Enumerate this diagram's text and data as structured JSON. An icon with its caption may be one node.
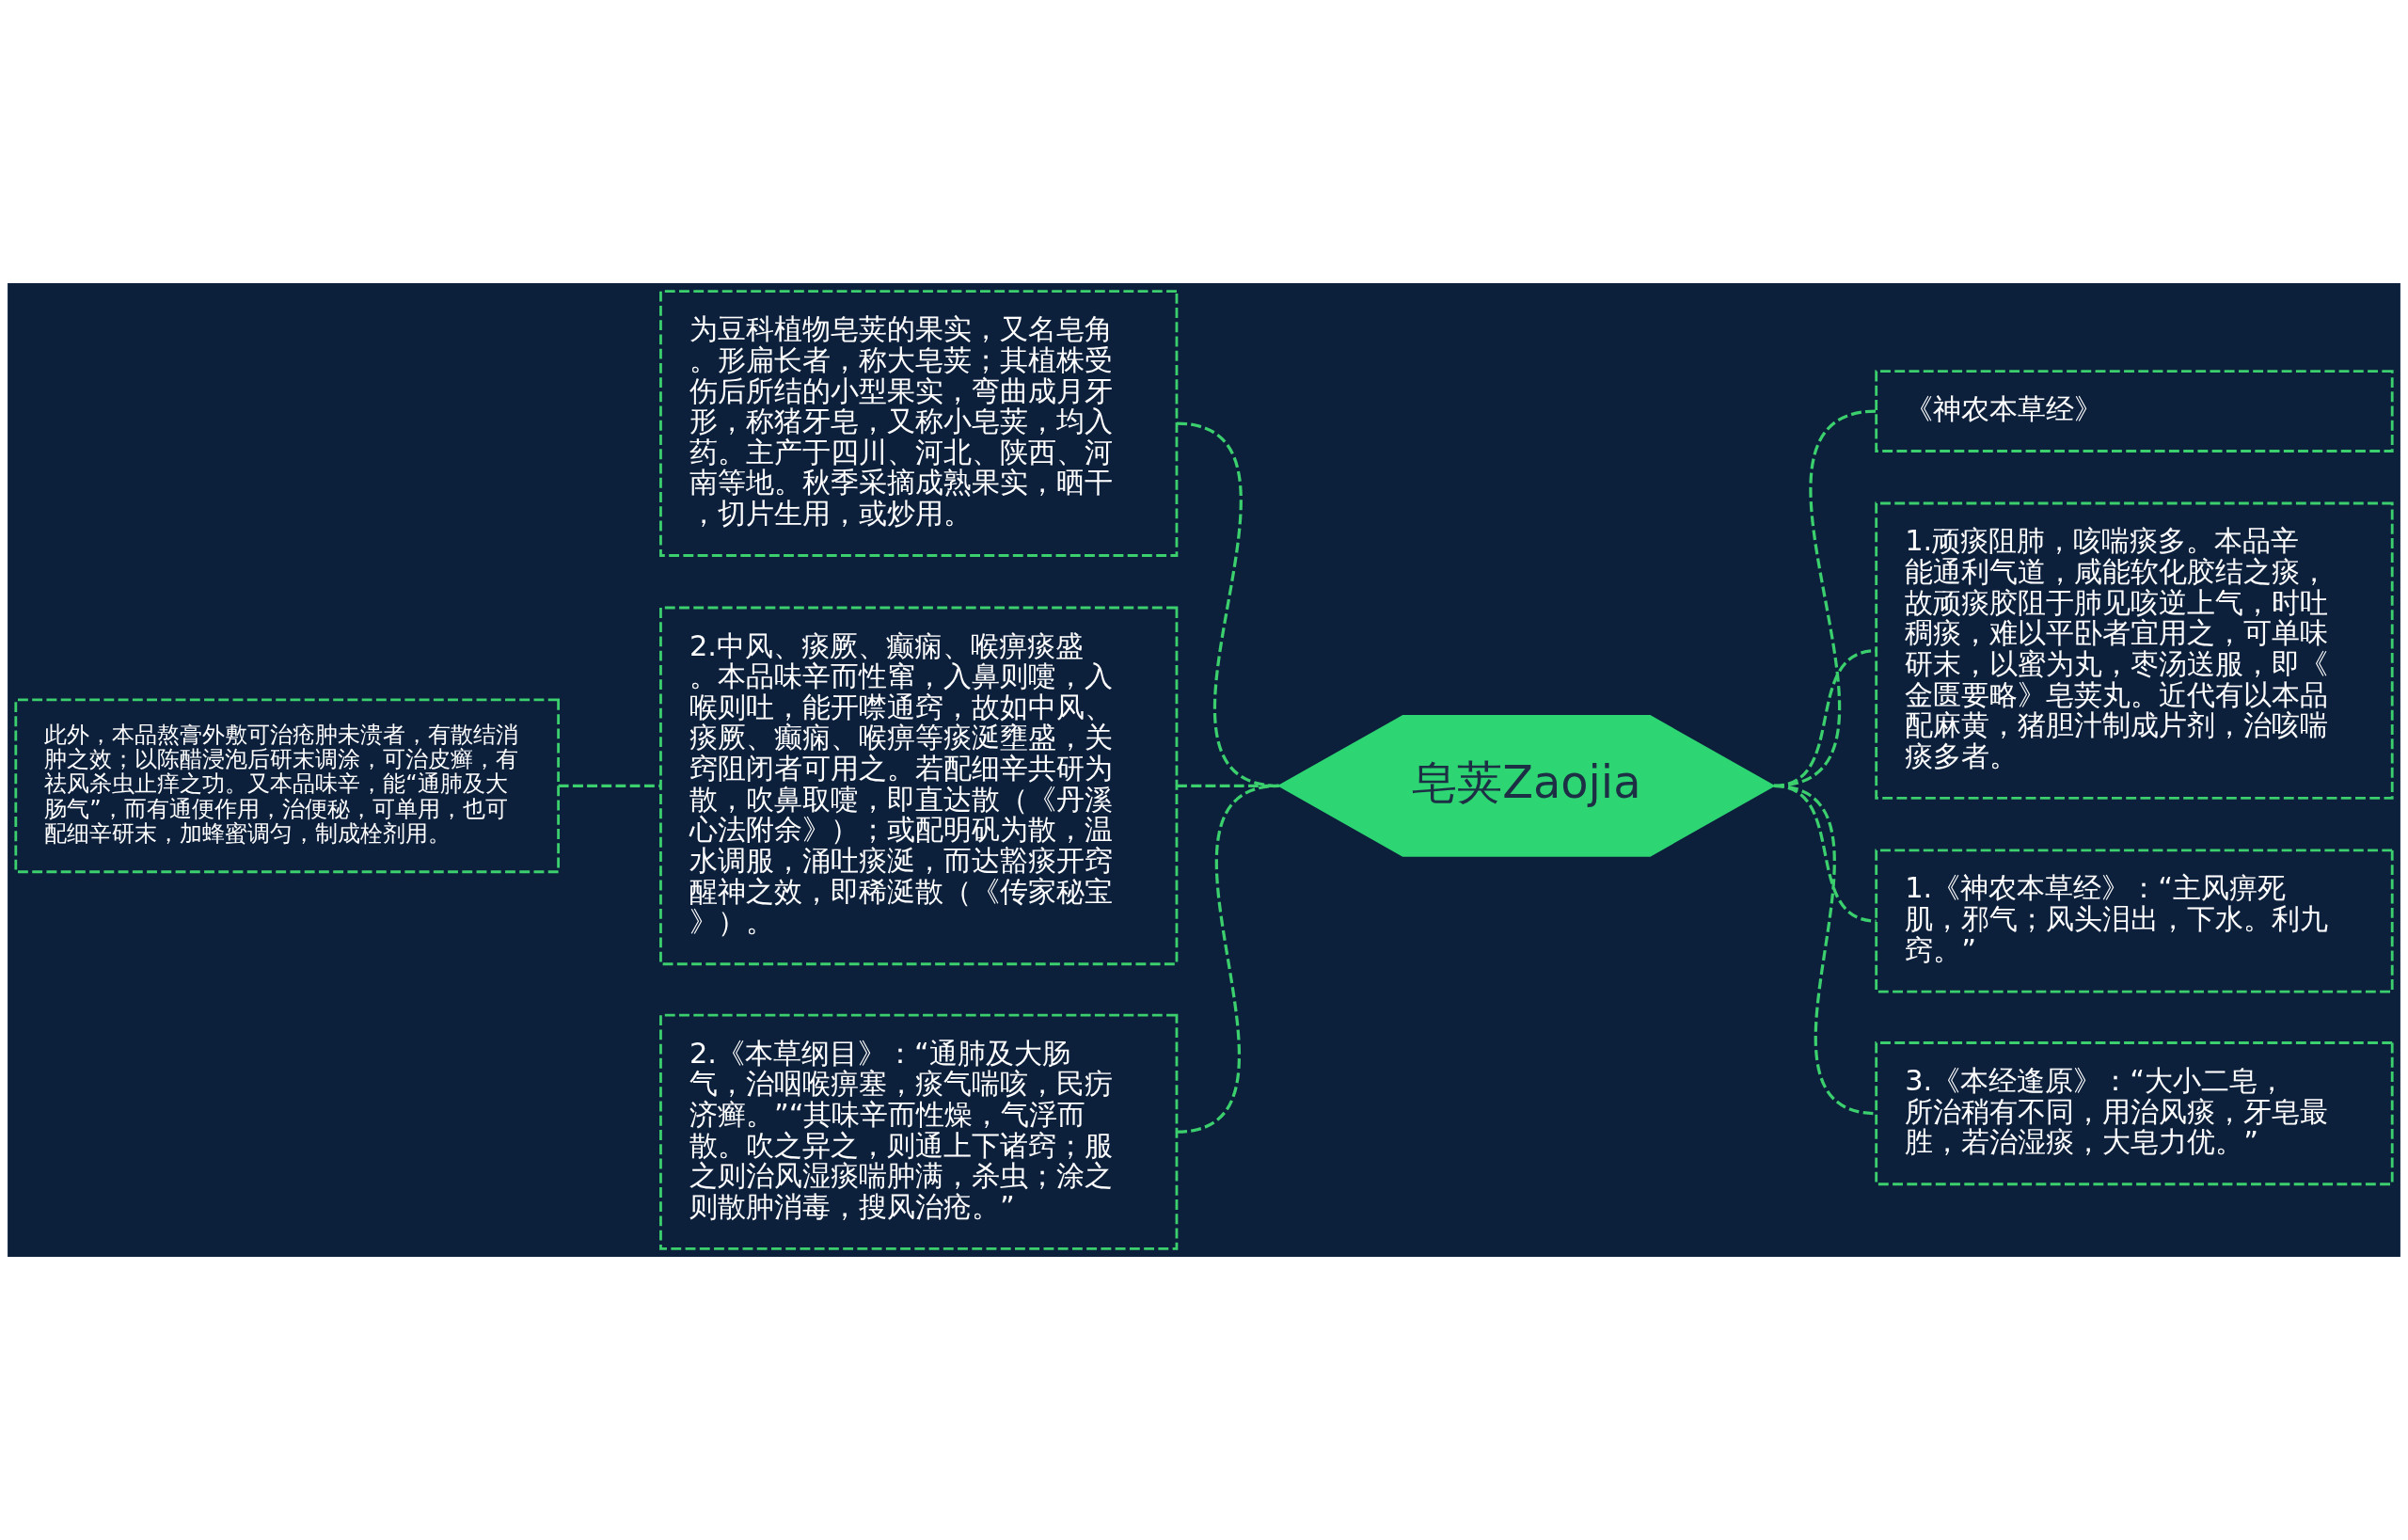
{
  "diagram": {
    "nodes": [
      {
        "text": [
          "皂荚Zaojia"
        ]
      },
      {
        "text": [
          "为豆科植物皂荚的果实，又名皂角。形扁长者，称大皂荚；其植株受伤后所结的小型果实，弯曲成月牙形，称猪牙皂，又称小皂荚，均入药。主产于四川、河北、陕西、河南等地。秋季采摘成熟果实，晒干，切片生用，或炒用。"
        ]
      },
      {
        "text": [
          "2.中风、痰厥、癫痫、喉痹痰盛。本品味辛而性窜，入鼻则嚏，入喉则吐，能开噤通窍，故如中风、痰厥、癫痫、喉痹等痰涎壅盛，关窍阻闭者可用之。若配细辛共研为散，吹鼻取嚏，即直达散（《丹溪心法附余》）；或配明矾为散，温水调服，涌吐痰涎，而达豁痰开窍醒神之效，即稀涎散（《传家秘宝》）。"
        ]
      },
      {
        "text": [
          "此外，本品熬膏外敷可治疮肿未溃者，有散结消肿之效；以陈醋浸泡后研末调涂，可治皮癣，有祛风杀虫止痒之功。又本品味辛，能“通肺及大肠气”，而有通便作用，治便秘，可单用，也可配细辛研末，加蜂蜜调匀，制成栓剂用。"
        ]
      },
      {
        "text": [
          "2.《本草纲目》：“通肺及大肠气，治咽喉痹塞，痰气喘咳，民疠济癣。”“其味辛而性燥，气浮而散。吹之异之，则通上下诸窍；服之则治风湿痰喘肿满，杀虫；涂之则散肿消毒，搜风治疮。”"
        ]
      },
      {
        "text": [
          "《神农本草经》"
        ]
      },
      {
        "text": [
          "1.顽痰阻肺，咳喘痰多。本品辛能通利气道，咸能软化胶结之痰，故顽痰胶阻于肺见咳逆上气，时吐稠痰，难以平卧者宜用之，可单味研末，以蜜为丸，枣汤送服，即《金匮要略》皂荚丸。近代有以本品配麻黄，猪胆汁制成片剂，治咳喘痰多者。"
        ]
      },
      {
        "text": [
          "1.《神农本草经》：“主风痹死肌，邪气；风头泪出，下水。利九窍。”"
        ]
      },
      {
        "text": [
          "3.《本经逢原》：“大小二皂，所治稍有不同，用治风痰，牙皂最胜，若治湿痰，大皂力优。”"
        ]
      }
    ],
    "edges": [
      {
        "from": 0,
        "to": 1,
        "arrow": "none",
        "style": "dashed"
      },
      {
        "from": 0,
        "to": 2,
        "arrow": "none",
        "style": "dashed"
      },
      {
        "from": 2,
        "to": 3,
        "arrow": "none",
        "style": "dashed"
      },
      {
        "from": 0,
        "to": 4,
        "arrow": "none",
        "style": "dashed"
      },
      {
        "from": 0,
        "to": 5,
        "arrow": "none",
        "style": "dashed"
      },
      {
        "from": 0,
        "to": 6,
        "arrow": "none",
        "style": "dashed"
      },
      {
        "from": 0,
        "to": 7,
        "arrow": "none",
        "style": "dashed"
      },
      {
        "from": 0,
        "to": 8,
        "arrow": "none",
        "style": "dashed"
      }
    ]
  }
}
